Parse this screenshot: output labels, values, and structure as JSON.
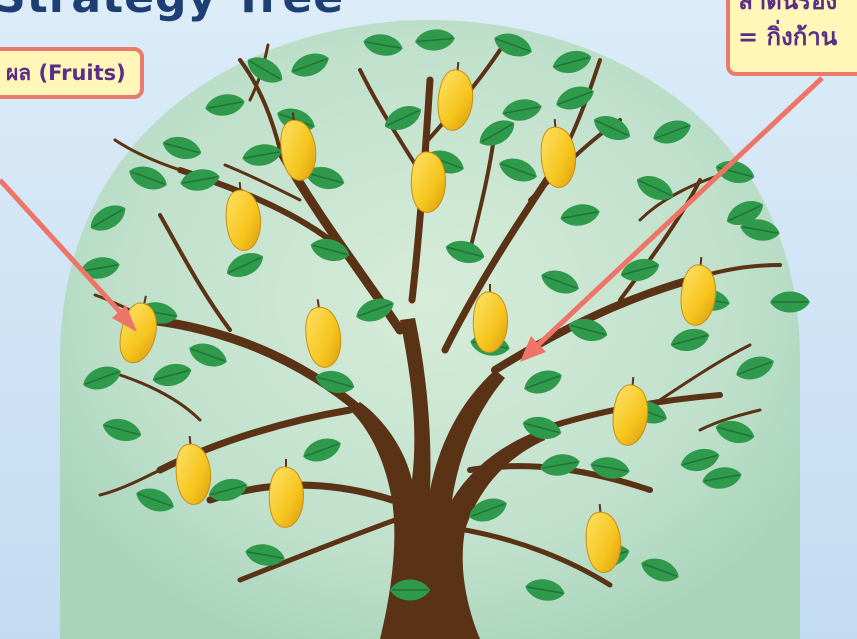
{
  "title": "Strategy Tree",
  "callouts": {
    "fruits": "ผล (Fruits)",
    "branch_line1": "ลำต้นรอง",
    "branch_line2": "= กิ่งก้าน"
  },
  "colors": {
    "background": "#cfe4f6",
    "canopy": "#b9dcc8",
    "trunk": "#5a3216",
    "leaf": "#2f9a4c",
    "fruit": "#f6c51e",
    "arrow": "#ee7468",
    "callout_fill": "#fff6b8",
    "callout_border": "#ea7b6c",
    "callout_text": "#5a2d86",
    "title_text": "#1e3f73"
  }
}
